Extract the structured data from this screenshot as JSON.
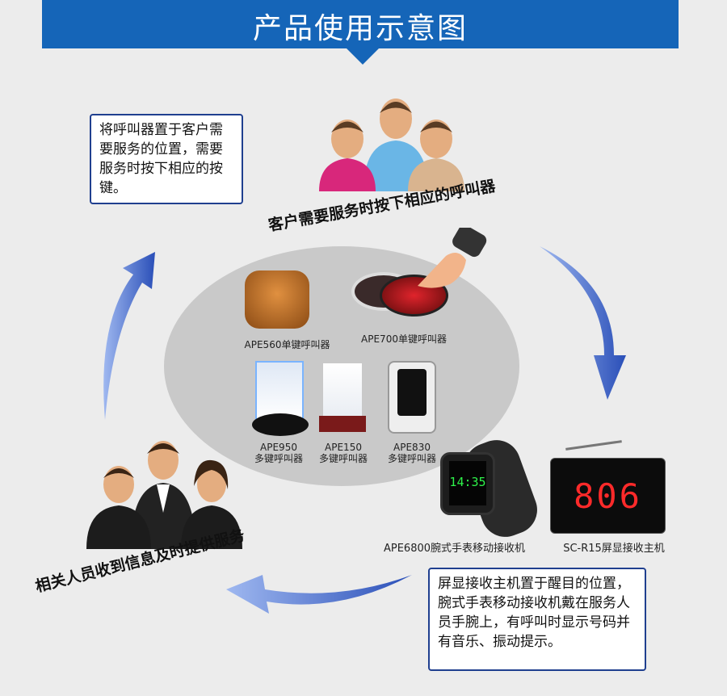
{
  "header": {
    "title": "产品使用示意图"
  },
  "notes": {
    "top_left": "将呼叫器置于客户需要服务的位置，需要服务时按下相应的按键。",
    "bottom_right": "屏显接收主机置于醒目的位置，腕式手表移动接收机戴在服务人员手腕上，有呼叫时显示号码并有音乐、振动提示。"
  },
  "captions": {
    "customers": "客户需要服务时按下相应的呼叫器",
    "staff": "相关人员收到信息及时提供服务"
  },
  "products": [
    {
      "label": "APE560单键呼叫器"
    },
    {
      "label": "APE700单键呼叫器"
    },
    {
      "label_line1": "APE950",
      "label_line2": "多键呼叫器"
    },
    {
      "label_line1": "APE150",
      "label_line2": "多键呼叫器"
    },
    {
      "label_line1": "APE830",
      "label_line2": "多键呼叫器"
    }
  ],
  "receivers": [
    {
      "label": "APE6800腕式手表移动接收机",
      "screen_time": "14:35"
    },
    {
      "label": "SC-R15屏显接收主机",
      "display_number": "806"
    }
  ],
  "colors": {
    "brand_blue": "#1565b8",
    "arrow_blue": "#2f5fc0",
    "note_border": "#1f3f8f",
    "led_red": "#ff2a2a"
  }
}
